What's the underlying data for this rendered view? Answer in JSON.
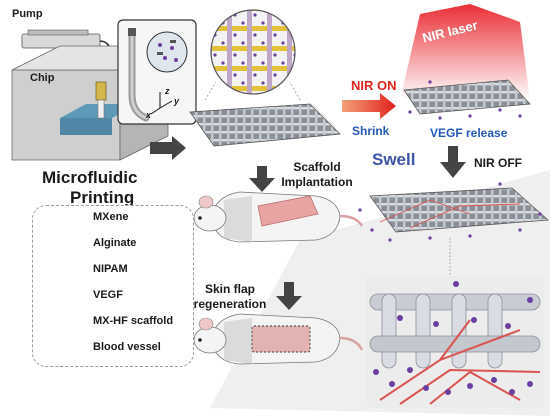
{
  "labels": {
    "pump": "Pump",
    "chip": "Chip",
    "microfluidic": "Microfluidic",
    "printing": "Printing",
    "nir_on": "NIR ON",
    "nir_laser": "NIR laser",
    "shrink": "Shrink",
    "vegf_release": "VEGF release",
    "swell": "Swell",
    "nir_off": "NIR OFF",
    "scaffold_implantation": "Scaffold Implantation",
    "skin_flap": "Skin flap regeneration",
    "axis_z": "z",
    "axis_y": "y",
    "axis_x": "x"
  },
  "legend": [
    {
      "label": "MXene",
      "icon": "mxene-flake-icon"
    },
    {
      "label": "Alginate",
      "icon": "alginate-strand-icon"
    },
    {
      "label": "NIPAM",
      "icon": "nipam-strand-icon"
    },
    {
      "label": "VEGF",
      "icon": "vegf-sphere-icon"
    },
    {
      "label": "MX-HF scaffold",
      "icon": "scaffold-mesh-icon"
    },
    {
      "label": "Blood vessel",
      "icon": "blood-vessel-icon"
    }
  ],
  "colors": {
    "nir_on_text": "#e0221b",
    "shrink_text": "#2458b8",
    "vegf_text": "#2458b8",
    "swell_text": "#3d54a8",
    "laser_red": "#e8232a",
    "vegf_purple": "#6b3fa0",
    "nipam_yellow": "#e6c21a",
    "vessel_red": "#d9534f",
    "skin_pink": "#e8a3a3"
  }
}
